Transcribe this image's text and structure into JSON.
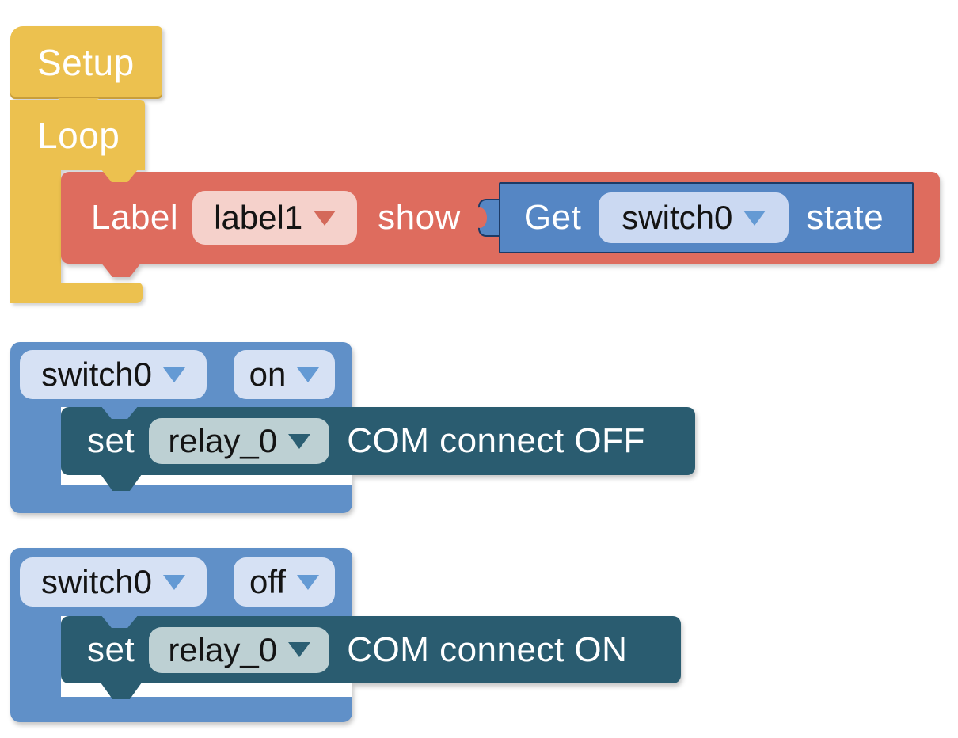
{
  "blocks": {
    "setup": {
      "label": "Setup"
    },
    "loop": {
      "label": "Loop"
    },
    "label_show": {
      "prefix": "Label",
      "field": "label1",
      "suffix": "show"
    },
    "get_state": {
      "prefix": "Get",
      "field": "switch0",
      "suffix": "state"
    },
    "when_on": {
      "device_field": "switch0",
      "state_field": "on"
    },
    "set_off": {
      "prefix": "set",
      "field": "relay_0",
      "suffix": "COM connect OFF"
    },
    "when_off": {
      "device_field": "switch0",
      "state_field": "off"
    },
    "set_on": {
      "prefix": "set",
      "field": "relay_0",
      "suffix": "COM connect ON"
    }
  },
  "colors": {
    "yellow": "#ecc14f",
    "red": "#de6c5e",
    "red_field": "#f5d1cb",
    "red_arrow": "#d4695a",
    "blue": "#6090c8",
    "blue_value": "#5586c4",
    "blue_field": "#d6e1f4",
    "blue_field_get": "#cbd9f2",
    "blue_arrow": "#649ad4",
    "teal": "#2a5c70",
    "teal_field": "#bdd0d3",
    "teal_arrow": "#2b5e72",
    "select_border": "#1c3a66"
  }
}
